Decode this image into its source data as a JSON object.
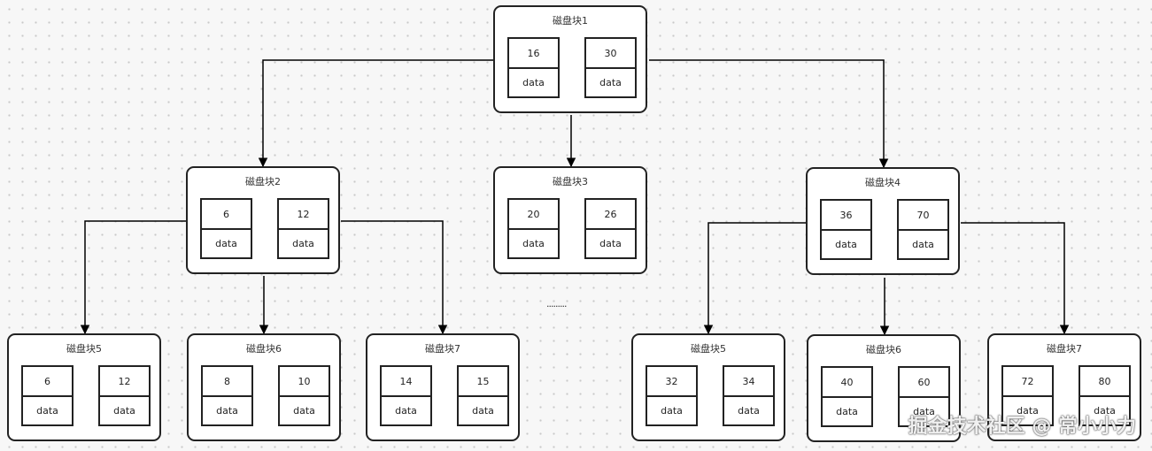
{
  "diagram": {
    "root": {
      "title": "磁盘块1",
      "keys": [
        {
          "key": "16",
          "data": "data"
        },
        {
          "key": "30",
          "data": "data"
        }
      ]
    },
    "level2": [
      {
        "title": "磁盘块2",
        "keys": [
          {
            "key": "6",
            "data": "data"
          },
          {
            "key": "12",
            "data": "data"
          }
        ]
      },
      {
        "title": "磁盘块3",
        "keys": [
          {
            "key": "20",
            "data": "data"
          },
          {
            "key": "26",
            "data": "data"
          }
        ]
      },
      {
        "title": "磁盘块4",
        "keys": [
          {
            "key": "36",
            "data": "data"
          },
          {
            "key": "70",
            "data": "data"
          }
        ]
      }
    ],
    "leaves_left": [
      {
        "title": "磁盘块5",
        "keys": [
          {
            "key": "6",
            "data": "data"
          },
          {
            "key": "12",
            "data": "data"
          }
        ]
      },
      {
        "title": "磁盘块6",
        "keys": [
          {
            "key": "8",
            "data": "data"
          },
          {
            "key": "10",
            "data": "data"
          }
        ]
      },
      {
        "title": "磁盘块7",
        "keys": [
          {
            "key": "14",
            "data": "data"
          },
          {
            "key": "15",
            "data": "data"
          }
        ]
      }
    ],
    "leaves_right": [
      {
        "title": "磁盘块5",
        "keys": [
          {
            "key": "32",
            "data": "data"
          },
          {
            "key": "34",
            "data": "data"
          }
        ]
      },
      {
        "title": "磁盘块6",
        "keys": [
          {
            "key": "40",
            "data": "data"
          },
          {
            "key": "60",
            "data": "data"
          }
        ]
      },
      {
        "title": "磁盘块7",
        "keys": [
          {
            "key": "72",
            "data": "data"
          },
          {
            "key": "80",
            "data": "data"
          }
        ]
      }
    ],
    "ellipsis": "·········",
    "edge_color": "#000000"
  },
  "watermark": "掘金技术社区 @ 常小小力"
}
